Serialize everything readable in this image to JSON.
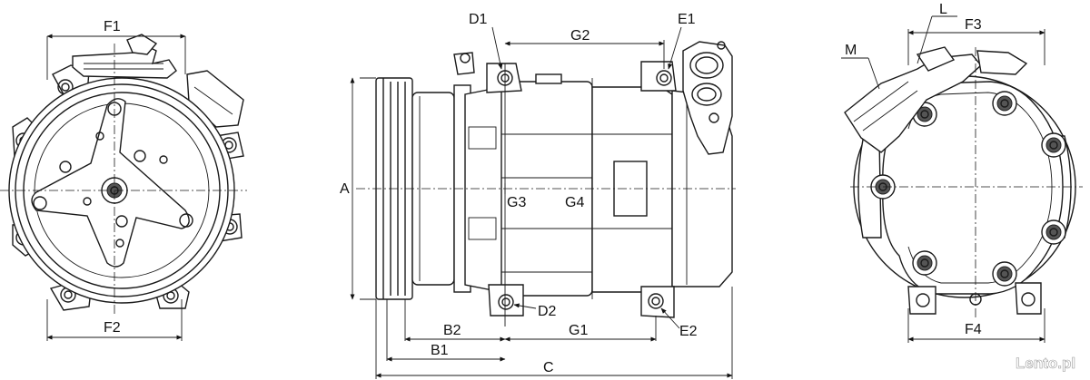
{
  "dimensions": {
    "front": {
      "F1": "F1",
      "F2": "F2"
    },
    "side": {
      "A": "A",
      "B1": "B1",
      "B2": "B2",
      "C": "C",
      "D1": "D1",
      "D2": "D2",
      "E1": "E1",
      "E2": "E2",
      "G1": "G1",
      "G2": "G2",
      "G3": "G3",
      "G4": "G4"
    },
    "rear": {
      "F3": "F3",
      "F4": "F4",
      "L": "L",
      "M": "M"
    }
  },
  "watermark": {
    "text": "Lento.pl"
  }
}
